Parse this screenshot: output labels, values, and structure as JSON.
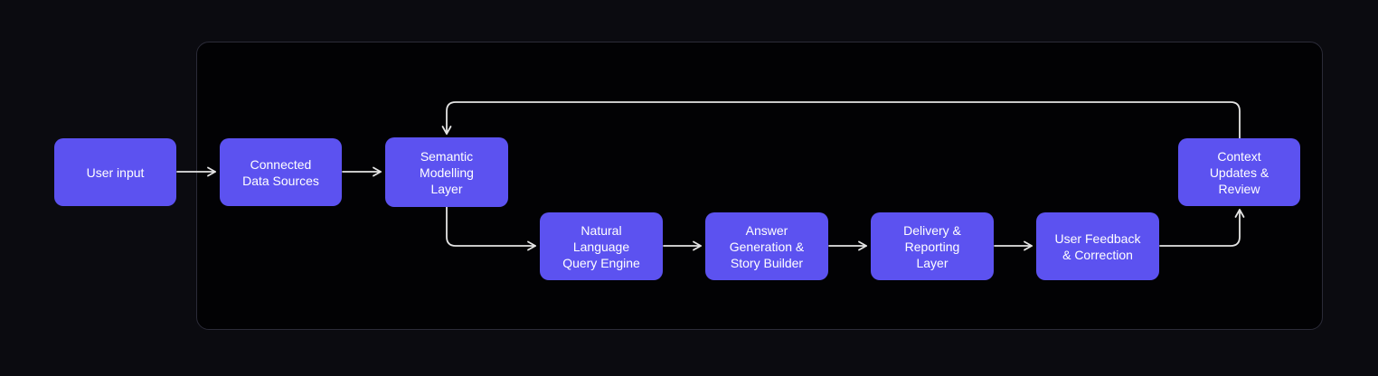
{
  "diagram": {
    "colors": {
      "page_background": "#0b0b10",
      "panel_background": "#020204",
      "panel_border": "#2b2b38",
      "node_fill": "#5c52f0",
      "node_text": "#ffffff",
      "arrow": "#e4e4e4"
    },
    "nodes": [
      {
        "id": "user-input",
        "label": "User input"
      },
      {
        "id": "connected-data-sources",
        "label": "Connected\nData Sources"
      },
      {
        "id": "semantic-modelling-layer",
        "label": "Semantic\nModelling\nLayer"
      },
      {
        "id": "natural-language-query-engine",
        "label": "Natural\nLanguage\nQuery Engine"
      },
      {
        "id": "answer-generation-story-builder",
        "label": "Answer\nGeneration &\nStory Builder"
      },
      {
        "id": "delivery-reporting-layer",
        "label": "Delivery &\nReporting\nLayer"
      },
      {
        "id": "user-feedback-correction",
        "label": "User Feedback\n& Correction"
      },
      {
        "id": "context-updates-review",
        "label": "Context\nUpdates &\nReview"
      }
    ],
    "edges": [
      {
        "from": "user-input",
        "to": "connected-data-sources"
      },
      {
        "from": "connected-data-sources",
        "to": "semantic-modelling-layer"
      },
      {
        "from": "semantic-modelling-layer",
        "to": "natural-language-query-engine"
      },
      {
        "from": "natural-language-query-engine",
        "to": "answer-generation-story-builder"
      },
      {
        "from": "answer-generation-story-builder",
        "to": "delivery-reporting-layer"
      },
      {
        "from": "delivery-reporting-layer",
        "to": "user-feedback-correction"
      },
      {
        "from": "user-feedback-correction",
        "to": "context-updates-review"
      },
      {
        "from": "context-updates-review",
        "to": "semantic-modelling-layer"
      }
    ]
  }
}
